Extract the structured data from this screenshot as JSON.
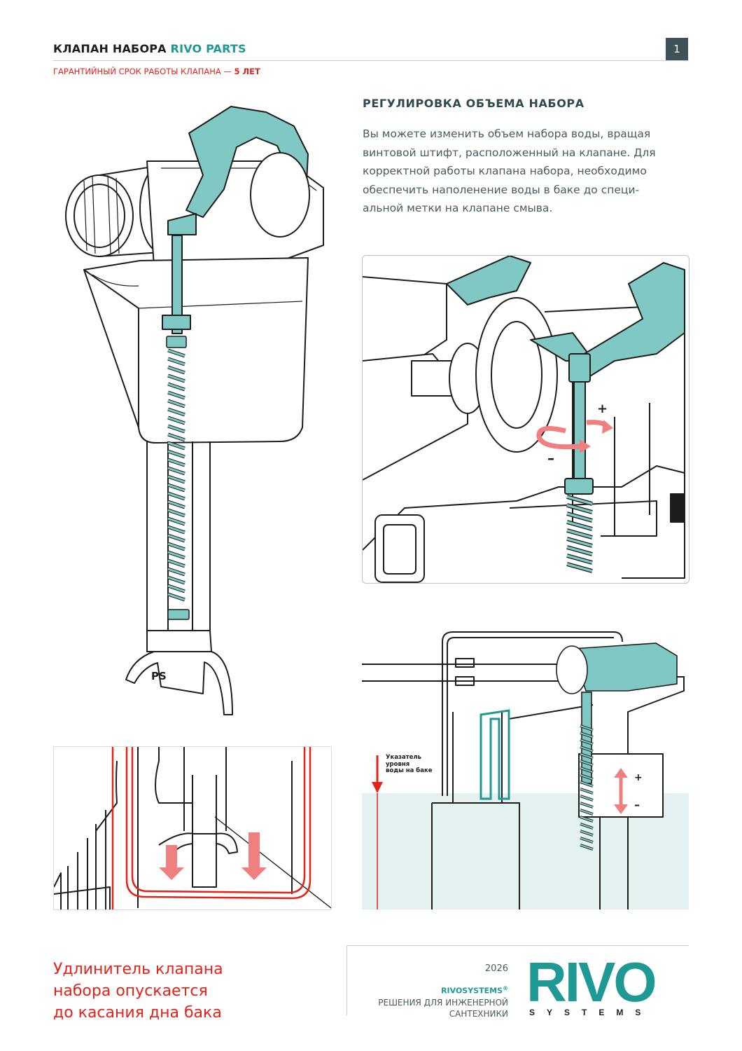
{
  "header": {
    "title_main": "КЛАПАН НАБОРА",
    "title_accent": "RIVO PARTS",
    "page_number": "1",
    "warranty_text": "ГАРАНТИЙНЫЙ СРОК РАБОТЫ КЛАПАНА — ",
    "warranty_value": "5 ЛЕТ"
  },
  "section": {
    "heading": "РЕГУЛИРОВКА ОБЪЕМА НАБОРА",
    "lines": [
      "Вы можете изменить объем набора воды, вращая",
      "винтовой штифт, расположенный на клапане. Для",
      "корректной работы клапана набора, необходимо",
      "обеспечить наполенение воды в баке до специ-",
      "альной метки на клапане смыва."
    ]
  },
  "diagram_top": {
    "plus": "+",
    "minus": "–"
  },
  "diagram_bottom": {
    "indicator_label": [
      "Указатель",
      "уровня",
      "воды на баке"
    ],
    "plus": "+",
    "minus": "–"
  },
  "main_illustration": {
    "part_mark": "PS"
  },
  "caption": {
    "lines": [
      "Удлинитель клапана",
      "набора опускается",
      "до касания дна бака"
    ]
  },
  "footer": {
    "year": "2026",
    "brand": "RIVOSYSTEMS",
    "registered": "®",
    "subtitle_lines": [
      "РЕШЕНИЯ ДЛЯ ИНЖЕНЕРНОЙ",
      "САНТЕХНИКИ"
    ],
    "logo_word": "RIVO",
    "logo_sub": "SYSTEMS"
  },
  "colors": {
    "accent": "#1f9994",
    "teal_fill": "#7fc8c4",
    "red": "#e2231a",
    "arrow_red": "#f08080",
    "water": "#e3f1f1",
    "dark": "#3f5357"
  }
}
